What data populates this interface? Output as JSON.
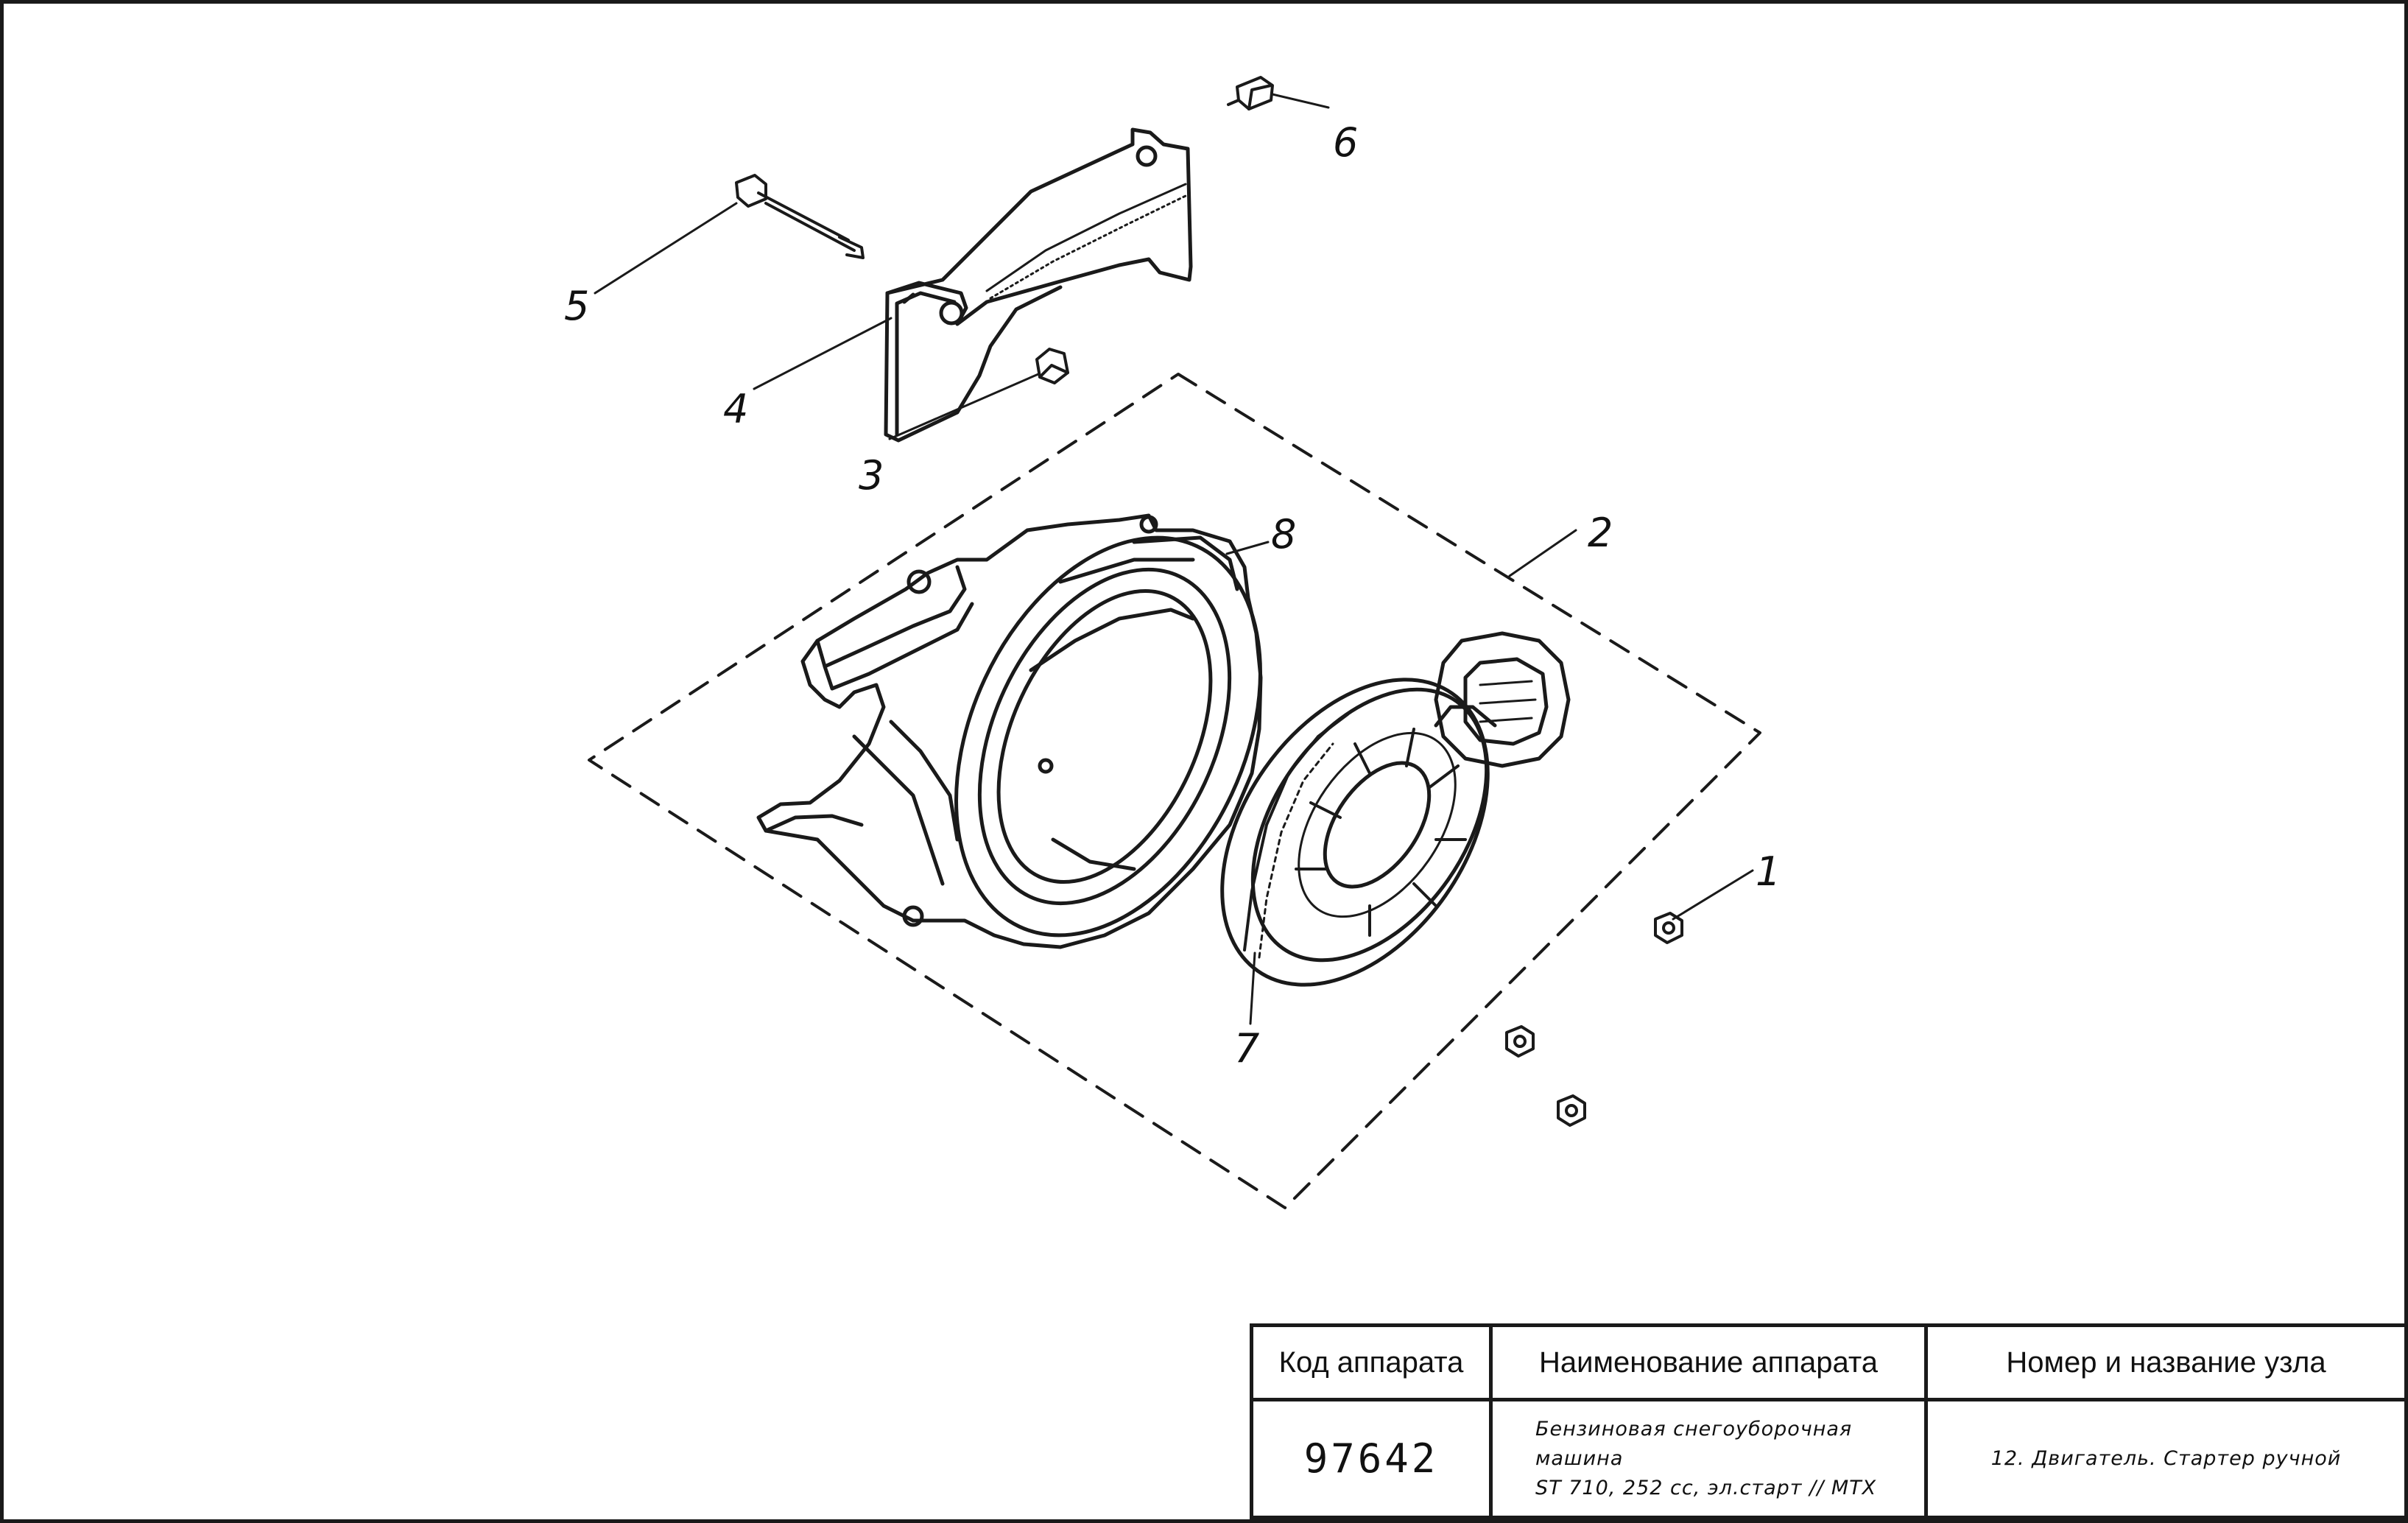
{
  "drawing": {
    "callouts": [
      {
        "id": "c1",
        "label": "1"
      },
      {
        "id": "c2",
        "label": "2"
      },
      {
        "id": "c3",
        "label": "3"
      },
      {
        "id": "c4",
        "label": "4"
      },
      {
        "id": "c5",
        "label": "5"
      },
      {
        "id": "c6",
        "label": "6"
      },
      {
        "id": "c7",
        "label": "7"
      },
      {
        "id": "c8",
        "label": "8"
      }
    ]
  },
  "title_block": {
    "headers": {
      "code": "Код аппарата",
      "device_name": "Наименование аппарата",
      "unit": "Номер и название узла"
    },
    "values": {
      "code": "97642",
      "device_name_line1": "Бензиновая снегоуборочная машина",
      "device_name_line2": "ST 710, 252 cc, эл.старт // MTX",
      "unit": "12. Двигатель. Стартер ручной"
    }
  }
}
